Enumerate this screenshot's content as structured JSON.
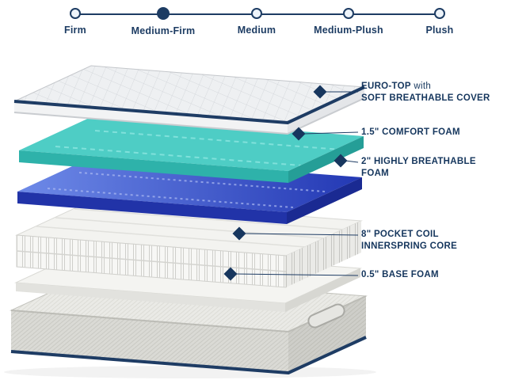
{
  "firmness_scale": {
    "items": [
      {
        "label": "Firm",
        "selected": false
      },
      {
        "label": "Medium-Firm",
        "selected": true
      },
      {
        "label": "Medium",
        "selected": false
      },
      {
        "label": "Medium-Plush",
        "selected": false
      },
      {
        "label": "Plush",
        "selected": false
      }
    ],
    "selected_value": "Medium-Firm"
  },
  "callouts": [
    {
      "bold": "EURO-TOP",
      "rest": " with",
      "line2": "SOFT BREATHABLE COVER"
    },
    {
      "line1": "1.5\" COMFORT FOAM"
    },
    {
      "line1": "2\" HIGHLY BREATHABLE",
      "line2": "FOAM"
    },
    {
      "line1": "8\" POCKET COIL",
      "line2": "INNERSPRING CORE"
    },
    {
      "line1": "0.5\" BASE FOAM"
    }
  ],
  "diagram": {
    "layers": [
      "euro-top",
      "comfort-foam",
      "breathable-foam",
      "pocket-coil-core",
      "base-foam",
      "foundation"
    ]
  },
  "colors": {
    "navy": "#1d3c63",
    "teal": "#4ecdc5",
    "blue": "#2f49c0",
    "foam_white": "#f3f3f0",
    "fabric_gray": "#e9e9e5"
  }
}
